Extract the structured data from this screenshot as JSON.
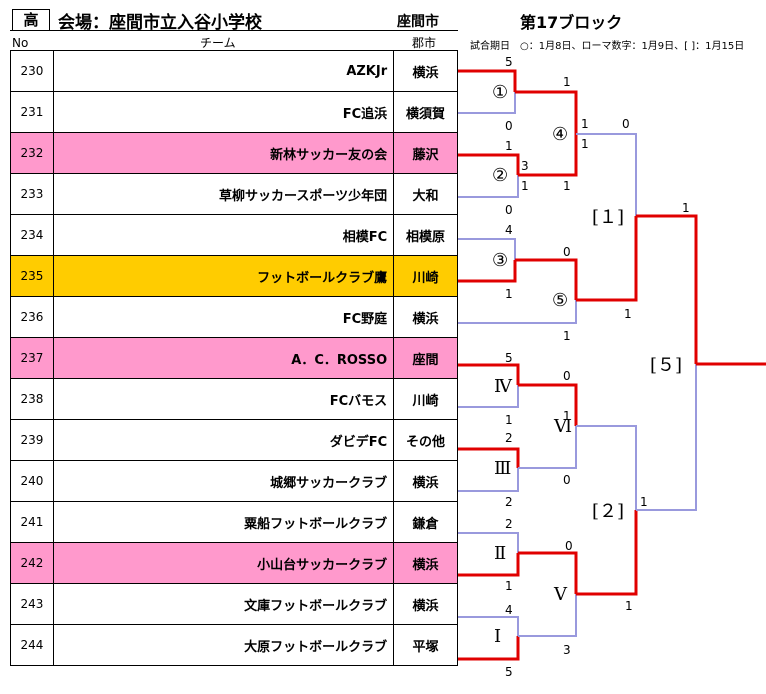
{
  "header": {
    "badge": "高",
    "venue": "会場：座間市立入谷小学校",
    "city_label": "座間市",
    "block": "第17ブロック",
    "col_no": "No",
    "col_team": "チーム",
    "col_city": "郡市",
    "legend": "試合期日　○：1月8日、ローマ数字：1月9日、[ ]：1月15日"
  },
  "teams": [
    {
      "no": "230",
      "name": "AZKJr",
      "city": "横浜",
      "style": ""
    },
    {
      "no": "231",
      "name": "FC追浜",
      "city": "横須賀",
      "style": ""
    },
    {
      "no": "232",
      "name": "新林サッカー友の会",
      "city": "藤沢",
      "style": "pink"
    },
    {
      "no": "233",
      "name": "草柳サッカースポーツ少年団",
      "city": "大和",
      "style": ""
    },
    {
      "no": "234",
      "name": "相模FC",
      "city": "相模原",
      "style": ""
    },
    {
      "no": "235",
      "name": "フットボールクラブ鷹",
      "city": "川崎",
      "style": "gold"
    },
    {
      "no": "236",
      "name": "FC野庭",
      "city": "横浜",
      "style": ""
    },
    {
      "no": "237",
      "name": "A．C．ROSSO",
      "city": "座間",
      "style": "pink"
    },
    {
      "no": "238",
      "name": "FCバモス",
      "city": "川崎",
      "style": ""
    },
    {
      "no": "239",
      "name": "ダビデFC",
      "city": "その他",
      "style": ""
    },
    {
      "no": "240",
      "name": "城郷サッカークラブ",
      "city": "横浜",
      "style": ""
    },
    {
      "no": "241",
      "name": "粟船フットボールクラブ",
      "city": "鎌倉",
      "style": ""
    },
    {
      "no": "242",
      "name": "小山台サッカークラブ",
      "city": "横浜",
      "style": "pink"
    },
    {
      "no": "243",
      "name": "文庫フットボールクラブ",
      "city": "横浜",
      "style": ""
    },
    {
      "no": "244",
      "name": "大原フットボールクラブ",
      "city": "平塚",
      "style": ""
    }
  ],
  "match_labels": [
    "①",
    "②",
    "③",
    "④",
    "⑤",
    "Ⅳ",
    "Ⅲ",
    "Ⅱ",
    "Ⅰ",
    "Ⅵ",
    "Ⅴ",
    "[１]",
    "[２]",
    "[５]"
  ],
  "scores": [
    "5",
    "0",
    "1",
    "1",
    "1",
    "3",
    "1",
    "0",
    "4",
    "1",
    "0",
    "1",
    "1",
    "0",
    "1",
    "1",
    "5",
    "1",
    "0",
    "0",
    "2",
    "2",
    "1",
    "2",
    "1",
    "0",
    "3",
    "4",
    "5",
    "1",
    "1",
    "1"
  ],
  "colors": {
    "winner": "#e00000",
    "loser": "#9999dd",
    "pink": "#ff99cc",
    "gold": "#ffcc00"
  }
}
